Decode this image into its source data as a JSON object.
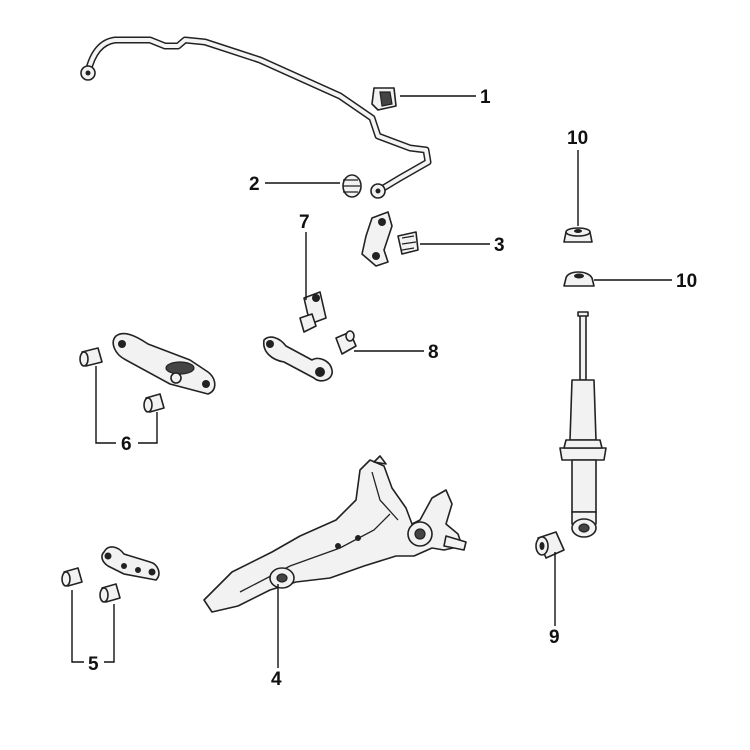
{
  "callouts": {
    "c1": "1",
    "c2": "2",
    "c3": "3",
    "c4": "4",
    "c5": "5",
    "c6": "6",
    "c7": "7",
    "c8": "8",
    "c9": "9",
    "c10a": "10",
    "c10b": "10"
  }
}
